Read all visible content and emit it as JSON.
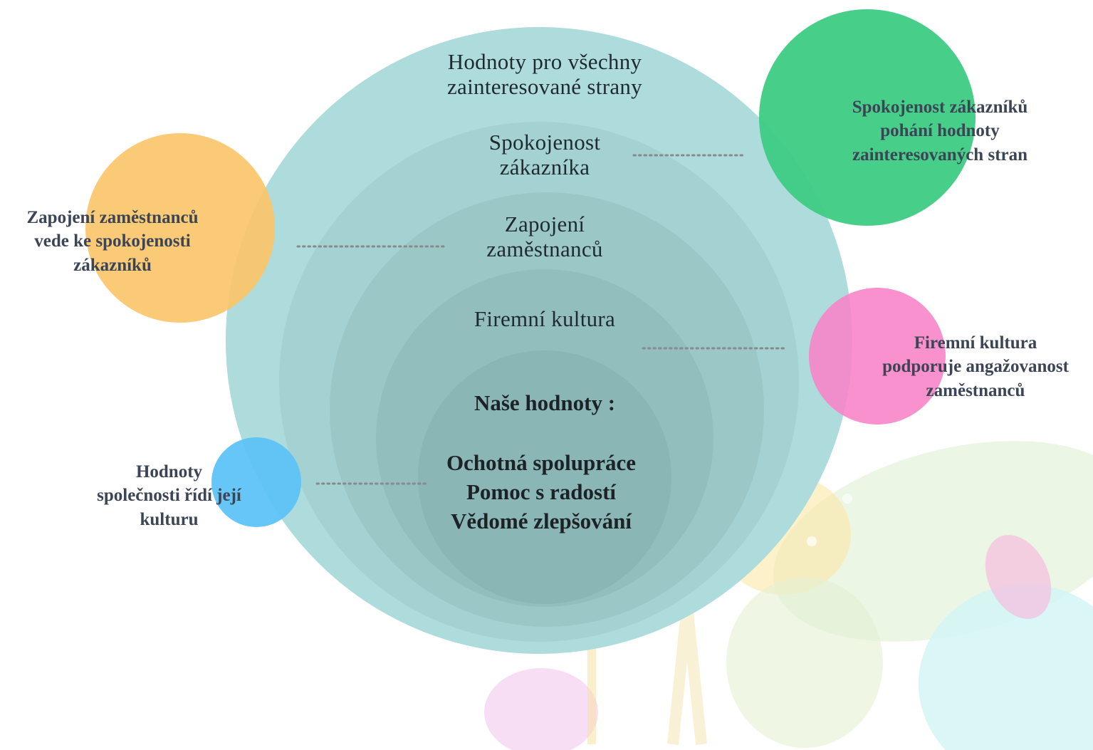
{
  "rings": [
    {
      "id": "stakeholder-value",
      "lines": [
        "Hodnoty pro všechny",
        "zainteresované strany"
      ]
    },
    {
      "id": "customer-satisfaction",
      "lines": [
        "Spokojenost",
        "zákazníka"
      ]
    },
    {
      "id": "employee-engagement",
      "lines": [
        "Zapojení",
        "zaměstnanců"
      ]
    },
    {
      "id": "company-culture",
      "lines": [
        "Firemní kultura"
      ]
    }
  ],
  "core": {
    "heading": "Naše hodnoty :",
    "values": [
      "Ochotná spolupráce",
      "Pomoc s radostí",
      "Vědomé zlepšování"
    ]
  },
  "callouts": [
    {
      "id": "green",
      "color": "#3dcc84",
      "lines": [
        "Spokojenost zákazníků",
        "pohání hodnoty",
        "zainteresovaných stran"
      ]
    },
    {
      "id": "orange",
      "color": "#fbc66a",
      "lines": [
        "Zapojení zaměstnanců",
        "vede ke spokojenosti",
        "zákazníků"
      ]
    },
    {
      "id": "pink",
      "color": "#f982c8",
      "lines": [
        "Firemní kultura",
        "podporuje angažovanost",
        "zaměstnanců"
      ]
    },
    {
      "id": "blue",
      "color": "#5ec3f7",
      "lines": [
        "Hodnoty",
        "společnosti řídí její",
        "kulturu"
      ]
    }
  ],
  "colors": {
    "outer_ring": "#aedbdb",
    "ring_overlay": "#7aa6a6",
    "dotted_connector": "#8a8a8a"
  }
}
